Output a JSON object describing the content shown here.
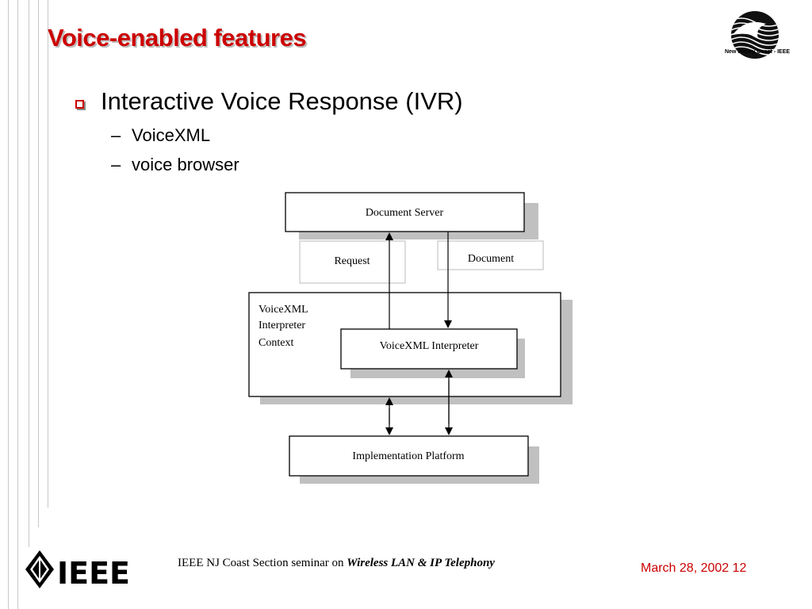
{
  "slide": {
    "title": "Voice-enabled features",
    "bullet": "Interactive Voice Response (IVR)",
    "subbullets": [
      "VoiceXML",
      "voice browser"
    ],
    "dash": "–"
  },
  "diagram": {
    "document_server": "Document Server",
    "request": "Request",
    "document": "Document",
    "context_line1": "VoiceXML",
    "context_line2": "Interpreter",
    "context_line3": "Context",
    "interpreter": "VoiceXML Interpreter",
    "platform": "Implementation Platform"
  },
  "logos": {
    "top_right_caption": "New Jersey Coast - IEEE",
    "ieee_wordmark": "IEEE"
  },
  "footer": {
    "seminar_prefix": "IEEE NJ Coast Section seminar on ",
    "seminar_title": "Wireless LAN & IP Telephony",
    "date": "March 28, 2002",
    "page": "12"
  }
}
